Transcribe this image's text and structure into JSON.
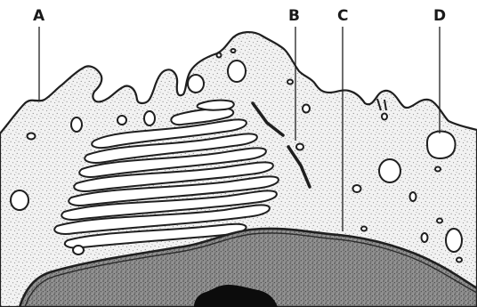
{
  "labels": {
    "a": "A",
    "b": "B",
    "c": "C",
    "d": "D"
  },
  "colors": {
    "background": "#ffffff",
    "cytoplasm_fill": "#f1f1f1",
    "stipple": "#6e6e6e",
    "outline": "#1f1f1f",
    "nucleus_fill": "#8c8c8c",
    "nucleus_dark": "#0c0c0c"
  }
}
